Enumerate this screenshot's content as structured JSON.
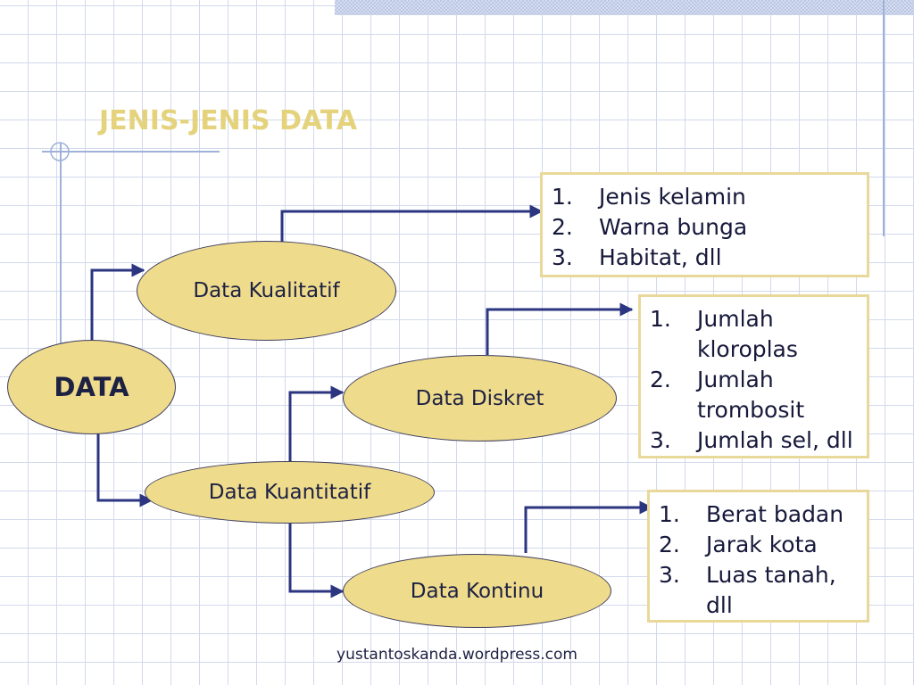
{
  "slide": {
    "title": "JENIS-JENIS DATA",
    "footer": "yustantoskanda.wordpress.com"
  },
  "nodes": {
    "data": "DATA",
    "kualitatif": "Data Kualitatif",
    "kuantitatif": "Data Kuantitatif",
    "diskret": "Data Diskret",
    "kontinu": "Data Kontinu"
  },
  "lists": {
    "kualitatif": [
      {
        "num": "1.",
        "text": "Jenis kelamin"
      },
      {
        "num": "2.",
        "text": "Warna bunga"
      },
      {
        "num": "3.",
        "text": "Habitat, dll"
      }
    ],
    "diskret": [
      {
        "num": "1.",
        "text": "Jumlah kloroplas"
      },
      {
        "num": "2.",
        "text": "Jumlah trombosit"
      },
      {
        "num": "3.",
        "text": "Jumlah sel, dll"
      }
    ],
    "kontinu": [
      {
        "num": "1.",
        "text": "Berat badan"
      },
      {
        "num": "2.",
        "text": "Jarak kota"
      },
      {
        "num": "3.",
        "text": "Luas tanah, dll"
      }
    ]
  },
  "colors": {
    "title": "#e4d37c",
    "ellipse_fill": "#efdb8c",
    "box_border": "#e8d89a",
    "connector": "#2b3580"
  }
}
